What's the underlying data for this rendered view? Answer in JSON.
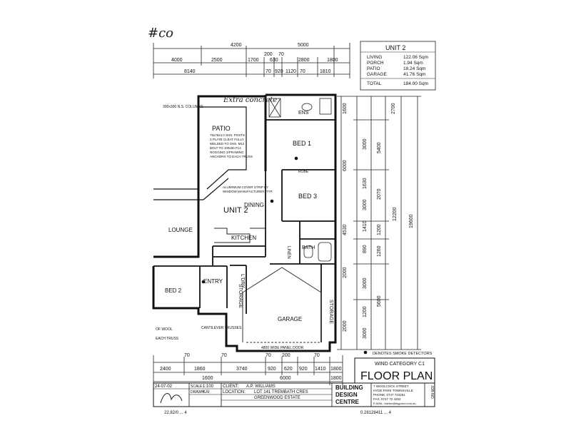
{
  "header": {
    "handwritten": "#co"
  },
  "top_dims": {
    "row1": [
      "4200",
      "5000"
    ],
    "row2": [
      "4000",
      "2500",
      "1700",
      "200",
      "70",
      "1800"
    ],
    "row3": [
      "630",
      "2800"
    ],
    "row4": [
      "8140",
      "70",
      "920",
      "1120",
      "70",
      "1810"
    ]
  },
  "area_table": {
    "title": "UNIT 2",
    "rows": [
      {
        "label": "LIVING",
        "value": "122.06 Sqm"
      },
      {
        "label": "PORCH",
        "value": "1.94 Sqm"
      },
      {
        "label": "PATIO",
        "value": "18.24 Sqm"
      },
      {
        "label": "GARAGE",
        "value": "41.76 Sqm"
      }
    ],
    "total_label": "TOTAL",
    "total_value": "184.00 Sqm"
  },
  "rooms": {
    "patio": "PATIO",
    "bed1": "BED 1",
    "bed3": "BED 3",
    "unit": "UNIT 2",
    "dining": "DINING",
    "lounge": "LOUNGE",
    "kitchen": "KITCHEN",
    "bed2": "BED 2",
    "entry": "ENTRY",
    "lndry": "L'DRY",
    "storage": "STORAGE",
    "garage": "GARAGE",
    "bath": "BATH",
    "ens": "ENS",
    "robe": "ROBE",
    "lnen": "LINEN",
    "storage2": "STORAGE"
  },
  "notes": {
    "extra_concrete": "Extra concrete",
    "column": "300x300 N.S. COLUMNS",
    "patio_note": [
      "75x75x4.0 SHS. POSTS",
      "3 PLATE CLEAT FULLY",
      "WELDED TO SHS. M12",
      "BOLT TO 100x50 F14",
      "NOGGING 2/FRAMING",
      "ANCHORS TO EACH TRUSS"
    ],
    "aluminium": [
      "ALUMINIUM COVER STRIP BY",
      "WINDOW MANUFACTURER, TYP."
    ],
    "panel_door": "4800 WIDE PANEL DOOR",
    "cantilever": "CANTILEVER TRUSSES",
    "smoke": "DENOTES SMOKE DETECTORS",
    "of_wool": "OF WOOL",
    "each_truss": "EACH TRUSS"
  },
  "bottom_dims": {
    "row1": [
      "70",
      "70",
      "70",
      "200",
      "70"
    ],
    "row2": [
      "2400",
      "1860",
      "3740",
      "920",
      "620",
      "920",
      "1410",
      "1800"
    ],
    "row3": [
      "1600",
      "6000"
    ],
    "row4": [
      "1800"
    ]
  },
  "right_dims": [
    "1600",
    "2700",
    "3000",
    "5400",
    "1630",
    "6000",
    "2070",
    "3000",
    "1200",
    "12200",
    "19600",
    "1410",
    "4530",
    "890",
    "1260",
    "2000",
    "3000",
    "5600",
    "1200",
    "2000",
    "3000"
  ],
  "title_block": {
    "wind": "WIND CATEGORY C1",
    "title": "FLOOR PLAN",
    "date": "24-07-02",
    "scale_label": "SCALE:",
    "scale": "1:100",
    "drawn_label": "DRAWN",
    "drawn": "KAI",
    "client_label": "CLIENT:",
    "client": "A.P. WILLIAMS",
    "location_label": "LOCATION:",
    "location": "LOT 141 TREMBATH CRES",
    "estate": "GREENWOOD ESTATE",
    "company": [
      "BUILDING",
      "DESIGN",
      "CENTRE"
    ],
    "address": [
      "7 WOOLCOCK STREET",
      "HYDE PARK TOWNSVILLE",
      "PHONE: 0747 724251",
      "FAX: 0747 72 4252",
      "E-MAIL: bdctsv@bigpond.com.au"
    ],
    "sheet": "JOB NO."
  },
  "footer": {
    "left": "22.82/0 ... 4",
    "right": "0.28128411 ... 4"
  }
}
